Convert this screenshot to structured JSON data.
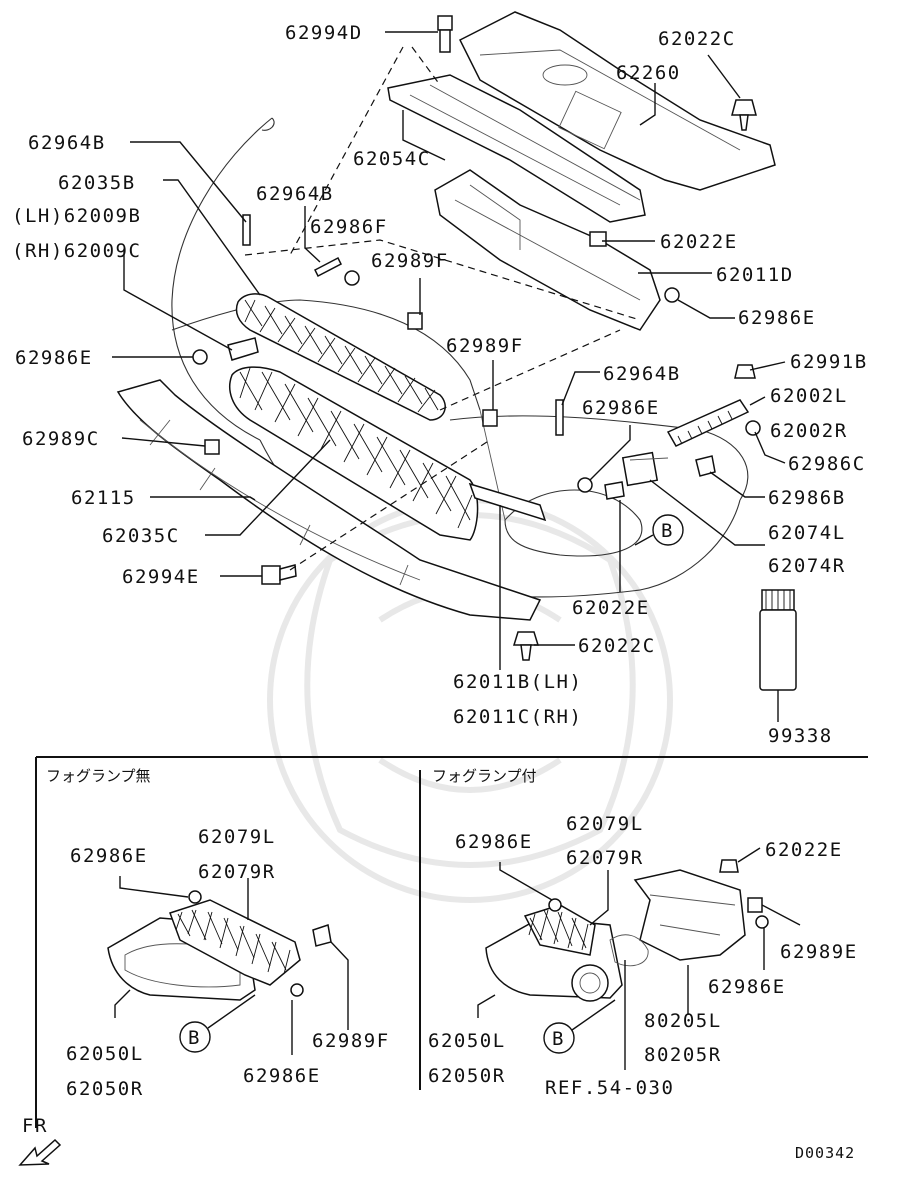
{
  "labels": {
    "l_62994D": "62994D",
    "l_62022C_top": "62022C",
    "l_62260": "62260",
    "l_62964B_a": "62964B",
    "l_62054C": "62054C",
    "l_62035B": "62035B",
    "l_62964B_b": "62964B",
    "l_62009B": "(LH)62009B",
    "l_62986F": "62986F",
    "l_62009C": "(RH)62009C",
    "l_62989F_a": "62989F",
    "l_62022E_a": "62022E",
    "l_62011D": "62011D",
    "l_62986E_a": "62986E",
    "l_62986E_b": "62986E",
    "l_62989F_b": "62989F",
    "l_62991B": "62991B",
    "l_62964B_c": "62964B",
    "l_62002L": "62002L",
    "l_62989C": "62989C",
    "l_62986E_c": "62986E",
    "l_62002R": "62002R",
    "l_62986C": "62986C",
    "l_62115": "62115",
    "l_62986B": "62986B",
    "l_62035C": "62035C",
    "l_62074L": "62074L",
    "l_62074R": "62074R",
    "l_62994E": "62994E",
    "l_62022E_b": "62022E",
    "l_62022C_b": "62022C",
    "l_62011B": "62011B(LH)",
    "l_62011C": "62011C(RH)",
    "l_99338": "99338",
    "l_62986E_d": "62986E",
    "l_62079L_a": "62079L",
    "l_62079R_a": "62079R",
    "l_62989F_c": "62989F",
    "l_62050L_a": "62050L",
    "l_62050R_a": "62050R",
    "l_62986E_e": "62986E",
    "l_62986E_f": "62986E",
    "l_62079L_b": "62079L",
    "l_62079R_b": "62079R",
    "l_62022E_c": "62022E",
    "l_62989E": "62989E",
    "l_62986E_g": "62986E",
    "l_80205L": "80205L",
    "l_80205R": "80205R",
    "l_62050L_b": "62050L",
    "l_62050R_b": "62050R",
    "l_ref": "REF.54-030"
  },
  "callouts": {
    "b_main": "B",
    "b_left": "B",
    "b_right": "B"
  },
  "sections": {
    "without_fog": "フォグランプ無",
    "with_fog": "フォグランプ付"
  },
  "direction": "FR",
  "diagram_code": "D00342"
}
